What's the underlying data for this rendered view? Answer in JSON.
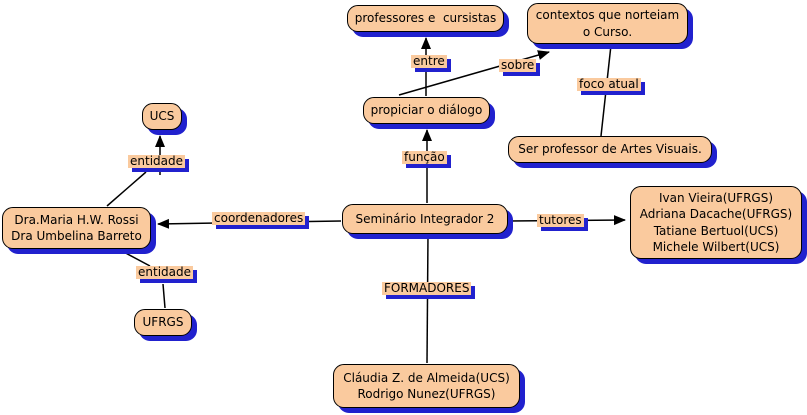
{
  "diagram": {
    "type": "concept-map",
    "nodes": [
      {
        "id": "professores-cursistas",
        "lines": [
          "professores e  cursistas"
        ]
      },
      {
        "id": "contextos",
        "lines": [
          "contextos que norteiam",
          "o Curso."
        ]
      },
      {
        "id": "propiciar-dialogo",
        "lines": [
          "propiciar o diálogo"
        ]
      },
      {
        "id": "ser-professor",
        "lines": [
          "Ser professor de Artes Visuais."
        ]
      },
      {
        "id": "ucs",
        "lines": [
          "UCS"
        ]
      },
      {
        "id": "coordenadoras",
        "lines": [
          "Dra.Maria H.W. Rossi",
          "Dra Umbelina Barreto"
        ]
      },
      {
        "id": "seminario-integrador-2",
        "lines": [
          "Seminário Integrador 2"
        ]
      },
      {
        "id": "tutores-equipe",
        "lines": [
          "Ivan Vieira(UFRGS)",
          "Adriana Dacache(UFRGS)",
          "Tatiane Bertuol(UCS)",
          "Michele Wilbert(UCS)"
        ]
      },
      {
        "id": "ufrgs",
        "lines": [
          "UFRGS"
        ]
      },
      {
        "id": "formadores-equipe",
        "lines": [
          "Cláudia Z. de Almeida(UCS)",
          "Rodrigo Nunez(UFRGS)"
        ]
      }
    ],
    "edge_labels": [
      {
        "id": "entre",
        "text": "entre"
      },
      {
        "id": "sobre",
        "text": "sobre"
      },
      {
        "id": "foco-atual",
        "text": "foco atual"
      },
      {
        "id": "funcao",
        "text": "função"
      },
      {
        "id": "coordenadores",
        "text": "coordenadores"
      },
      {
        "id": "tutores",
        "text": "tutores"
      },
      {
        "id": "formadores",
        "text": "FORMADORES"
      },
      {
        "id": "entidade-ucs",
        "text": "entidade"
      },
      {
        "id": "entidade-ufrgs",
        "text": "entidade"
      }
    ],
    "colors": {
      "node_fill": "#FACA9E",
      "node_border": "#000000",
      "shadow_blue": "#2121CE",
      "line": "#000000",
      "text": "#000000",
      "background": "#FFFFFF"
    }
  }
}
